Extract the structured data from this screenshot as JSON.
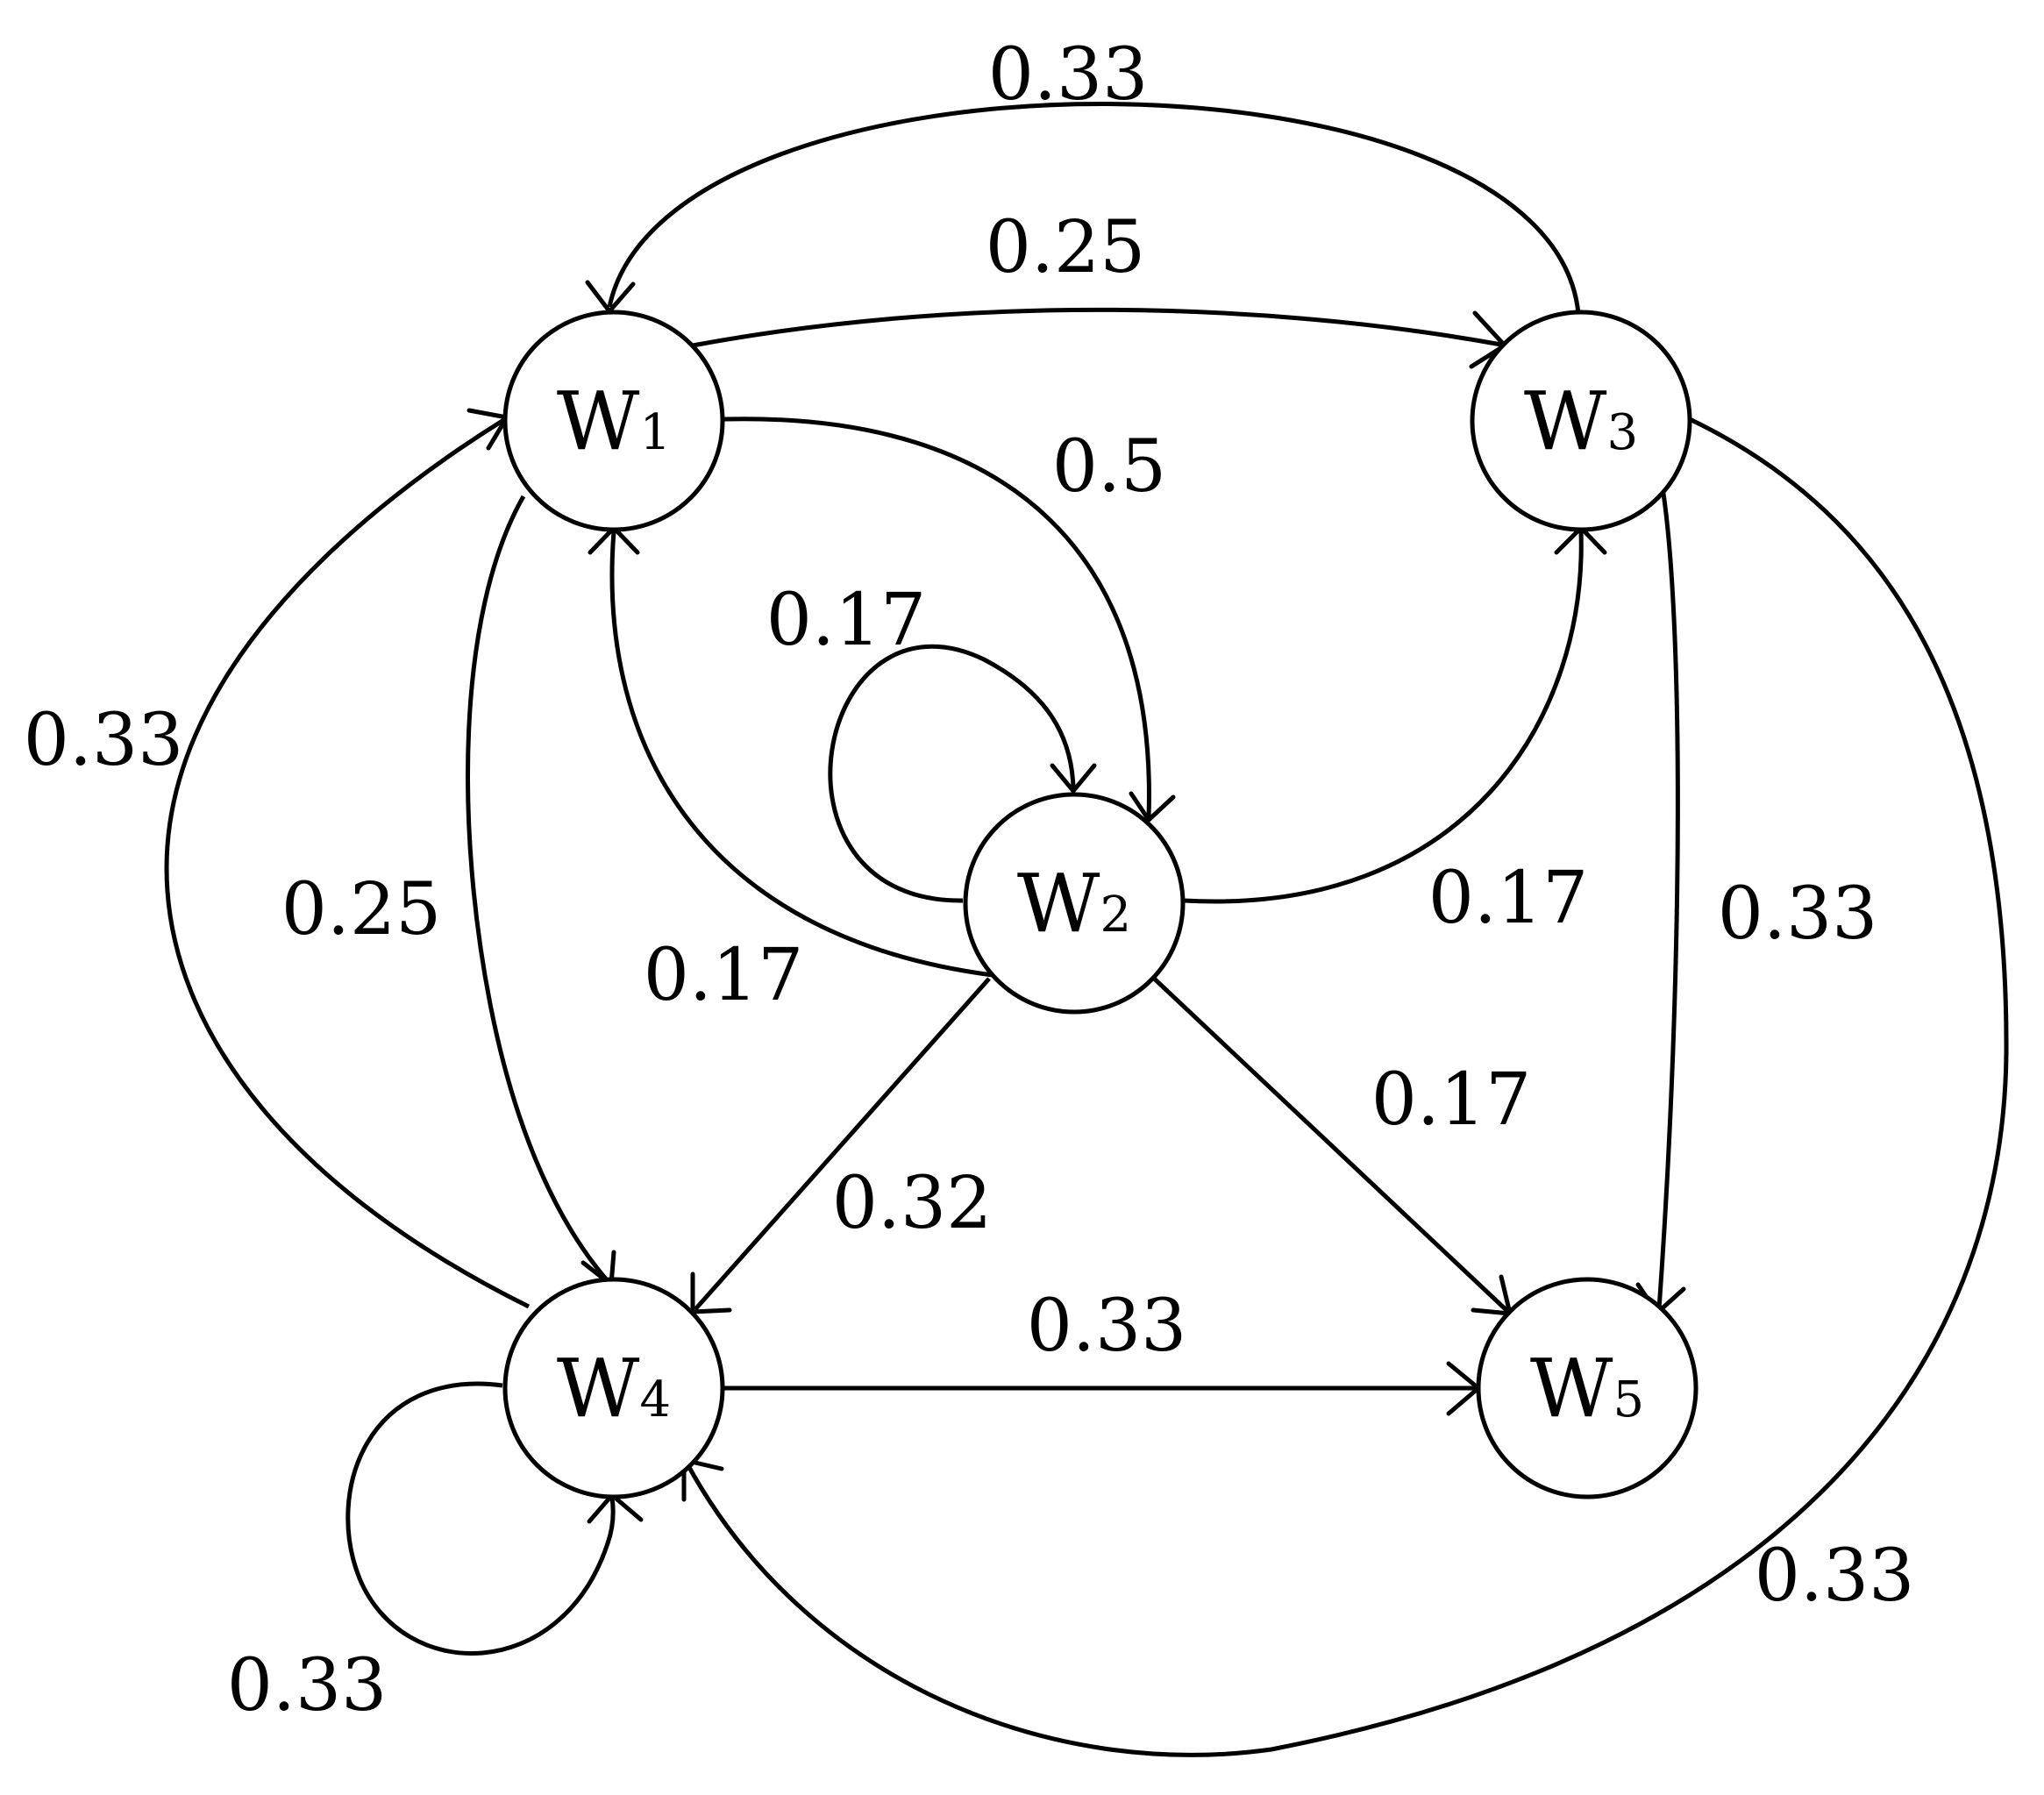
{
  "graph": {
    "nodes": [
      {
        "id": "W1",
        "letter": "W",
        "sub": "1"
      },
      {
        "id": "W2",
        "letter": "W",
        "sub": "2"
      },
      {
        "id": "W3",
        "letter": "W",
        "sub": "3"
      },
      {
        "id": "W4",
        "letter": "W",
        "sub": "4"
      },
      {
        "id": "W5",
        "letter": "W",
        "sub": "5"
      }
    ],
    "edges": [
      {
        "from": "W3",
        "to": "W1",
        "label": "0.33"
      },
      {
        "from": "W1",
        "to": "W3",
        "label": "0.25"
      },
      {
        "from": "W1",
        "to": "W2",
        "label": "0.5"
      },
      {
        "from": "W2",
        "to": "W2",
        "label": "0.17"
      },
      {
        "from": "W4",
        "to": "W1",
        "label": "0.33"
      },
      {
        "from": "W1",
        "to": "W4",
        "label": "0.25"
      },
      {
        "from": "W2",
        "to": "W1",
        "label": "0.17"
      },
      {
        "from": "W2",
        "to": "W3",
        "label": "0.17"
      },
      {
        "from": "W3",
        "to": "W5",
        "label": "0.33"
      },
      {
        "from": "W2",
        "to": "W5",
        "label": "0.17"
      },
      {
        "from": "W2",
        "to": "W4",
        "label": "0.32"
      },
      {
        "from": "W4",
        "to": "W5",
        "label": "0.33"
      },
      {
        "from": "W3",
        "to": "W4",
        "label": "0.33"
      },
      {
        "from": "W4",
        "to": "W4",
        "label": "0.33"
      }
    ]
  }
}
